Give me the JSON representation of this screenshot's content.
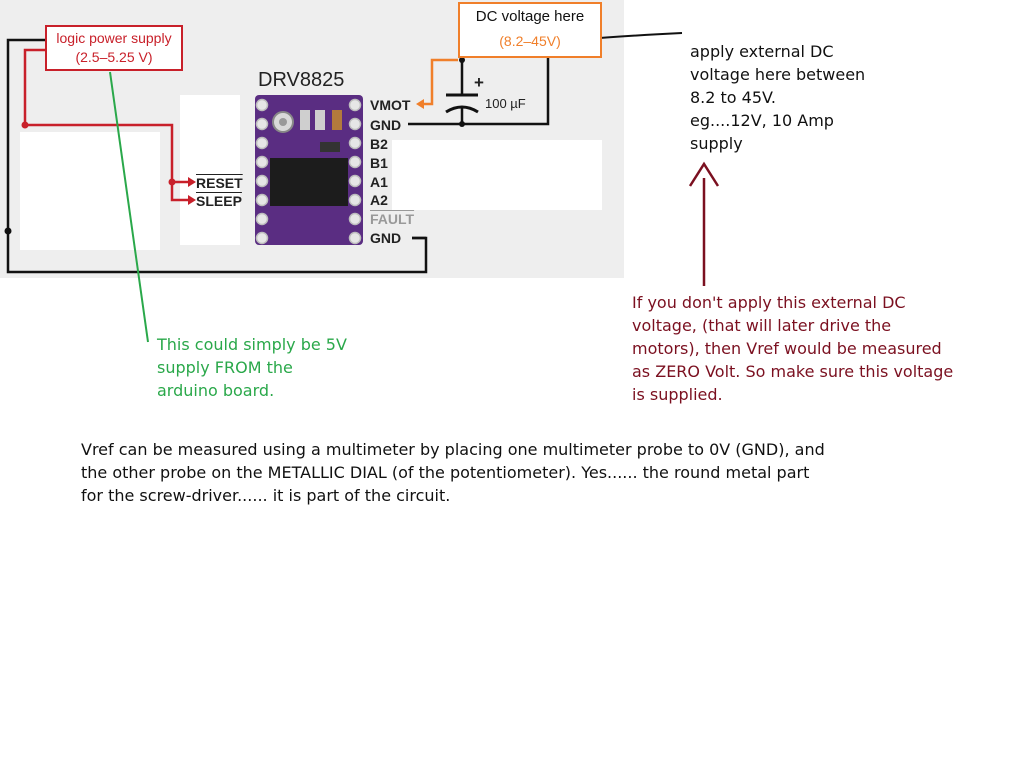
{
  "diagram": {
    "chip_title": "DRV8825",
    "logic_supply": {
      "line1": "logic power supply",
      "line2": "(2.5–5.25 V)",
      "color": "#c8202a"
    },
    "dc_supply": {
      "line1": "DC voltage here",
      "line2": "(8.2–45V)",
      "accent": "#f07f2a"
    },
    "capacitor_label": "100 µF",
    "capacitor_plus": "+",
    "pins_left": [
      "RESET",
      "SLEEP"
    ],
    "pins_right": [
      "VMOT",
      "GND",
      "B2",
      "B1",
      "A1",
      "A2",
      "FAULT",
      "GND"
    ],
    "board_color": "#5a2d82",
    "panel_color": "#eeeeee"
  },
  "annotations": {
    "apply_dc": "apply external DC\nvoltage here between\n8.2 to 45V.\neg....12V, 10 Amp\nsupply",
    "warning": "If you don't apply this external DC\nvoltage, (that will later drive the\nmotors), then Vref would be measured\nas ZERO Volt. So make sure this voltage\nis supplied.",
    "warning_color": "#7b1020",
    "arduino": "This could simply be 5V\nsupply FROM the\narduino board.",
    "arduino_color": "#2aa84a",
    "vref": "Vref can be measured using a multimeter by placing one multimeter probe to 0V (GND), and\nthe other probe on the METALLIC DIAL (of the potentiometer). Yes...... the round metal part\nfor the screw-driver...... it is part of the circuit."
  }
}
